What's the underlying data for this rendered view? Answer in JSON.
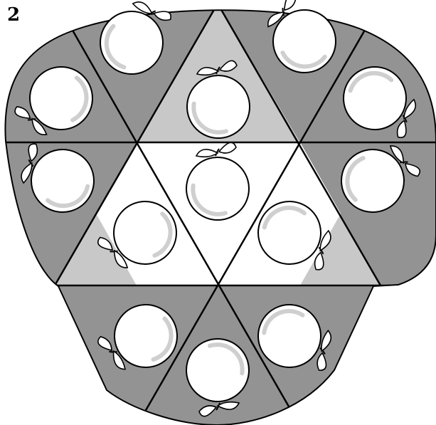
{
  "page_number": "2",
  "figure": {
    "colors": {
      "outer": "#939393",
      "inner_ring": "#c8c8c8",
      "center": "#ffffff",
      "outline": "#000000",
      "circle_fill": "#ffffff",
      "circle_shadow": "#cfcfcf"
    },
    "regions": {
      "outer_triangles": 9,
      "inner_triangles": 3,
      "center_hexagon": 1
    },
    "icons": {
      "apple_count": 13,
      "icon": "apple-with-leaves-icon"
    }
  }
}
